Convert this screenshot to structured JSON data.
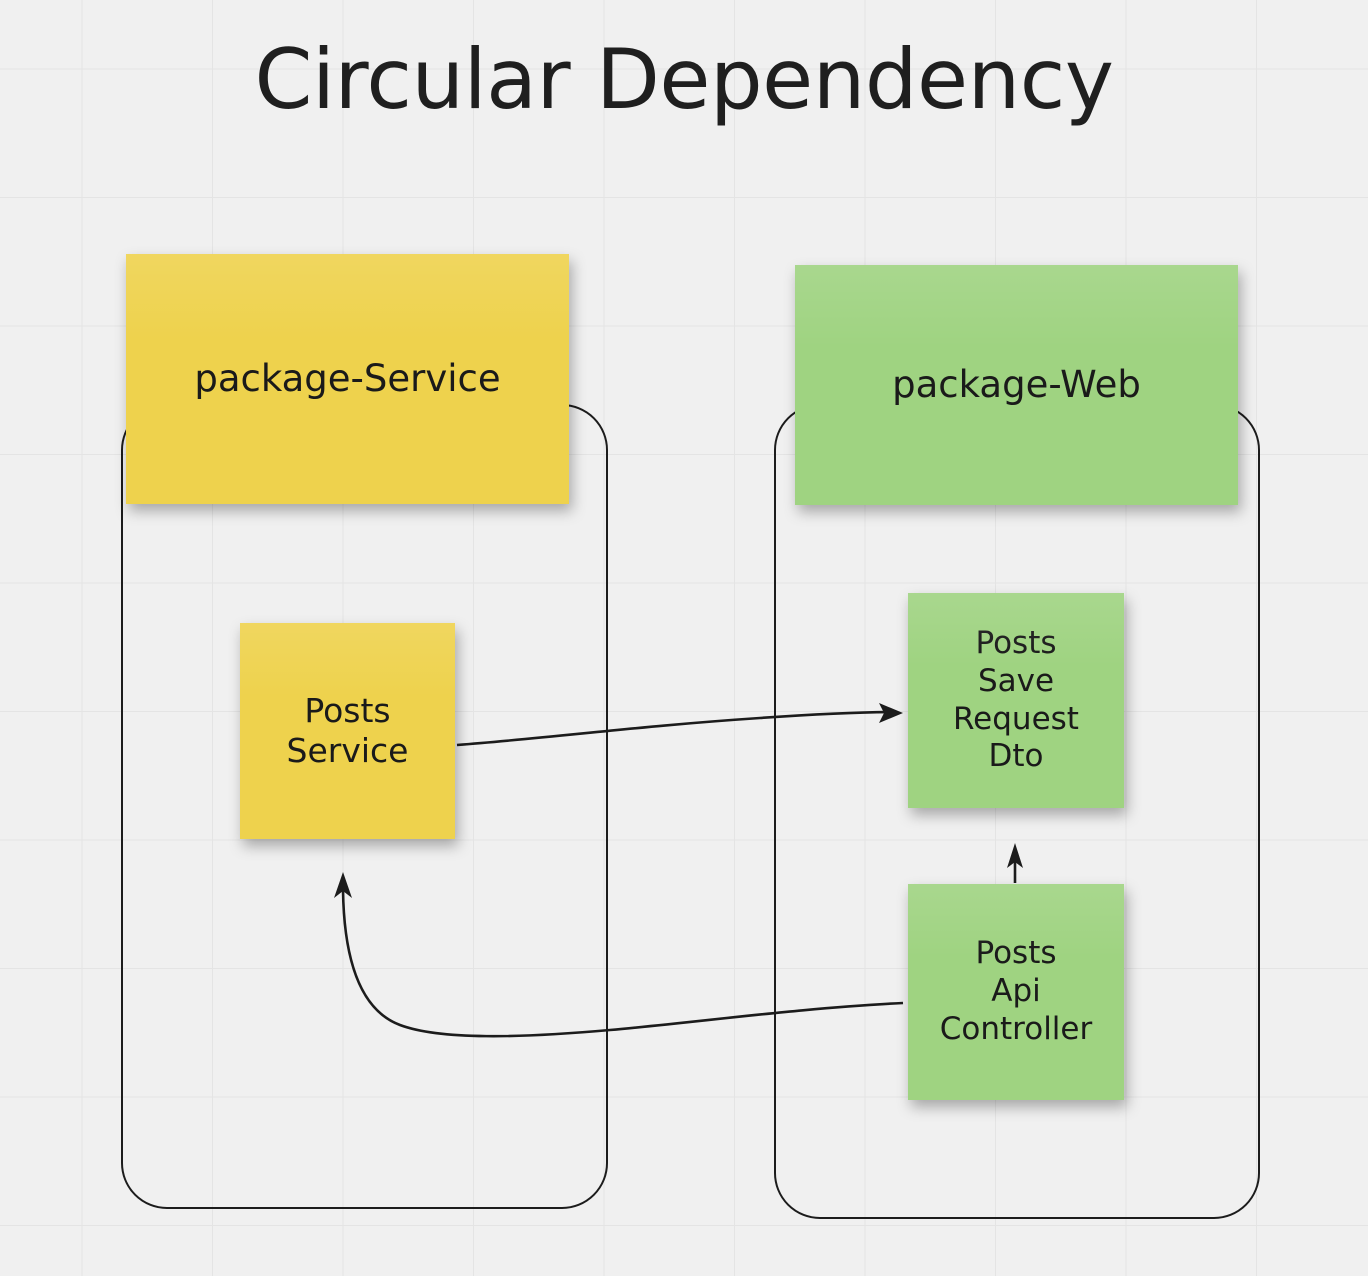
{
  "title": "Circular Dependency",
  "theme": {
    "background": "#f0f0f0",
    "grid_line": "#e4e4e4",
    "stroke": "#1c1c1c",
    "yellow": "#eed24d",
    "green": "#9fd381",
    "text": "#1a1a1a"
  },
  "packages": [
    {
      "id": "package-service",
      "label": "package-Service",
      "color": "#eed24d",
      "nodes": [
        "posts-service"
      ]
    },
    {
      "id": "package-web",
      "label": "package-Web",
      "color": "#9fd381",
      "nodes": [
        "posts-save-request-dto",
        "posts-api-controller"
      ]
    }
  ],
  "nodes": [
    {
      "id": "posts-service",
      "label": "Posts\nService",
      "color": "#eed24d",
      "package": "package-service"
    },
    {
      "id": "posts-save-request-dto",
      "label": "Posts\nSave\nRequest\nDto",
      "color": "#9fd381",
      "package": "package-web"
    },
    {
      "id": "posts-api-controller",
      "label": "Posts\nApi\nController",
      "color": "#9fd381",
      "package": "package-web"
    }
  ],
  "edges": [
    {
      "id": "edge-service-to-dto",
      "from": "posts-service",
      "to": "posts-save-request-dto",
      "arrowhead": "to"
    },
    {
      "id": "edge-controller-to-dto",
      "from": "posts-api-controller",
      "to": "posts-save-request-dto",
      "arrowhead": "to"
    },
    {
      "id": "edge-controller-to-service",
      "from": "posts-api-controller",
      "to": "posts-service",
      "arrowhead": "to"
    }
  ]
}
